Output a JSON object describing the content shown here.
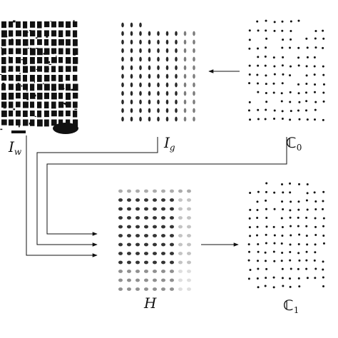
{
  "panels": {
    "iw": {
      "label": {
        "main": "I",
        "sub": "w"
      }
    },
    "ig": {
      "label": {
        "main": "I",
        "sub": "g"
      }
    },
    "c0": {
      "label": {
        "main": "ℂ",
        "sub": "0"
      }
    },
    "h": {
      "label": {
        "main": "H",
        "sub": ""
      }
    },
    "c1": {
      "label": {
        "main": "ℂ",
        "sub": "1"
      }
    }
  },
  "colors": {
    "ink": "#111111",
    "paper": "#ffffff",
    "gray": "#777777"
  }
}
